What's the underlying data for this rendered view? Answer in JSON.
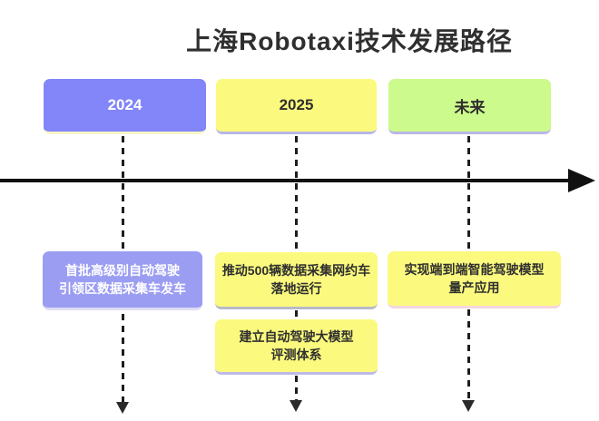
{
  "title": "上海Robotaxi技术发展路径",
  "colors": {
    "header_purple": "#8286F8",
    "header_yellow": "#FBFA7E",
    "header_green": "#CDFA8C",
    "content_purple": "#9B9DF2",
    "content_yellow": "#FBFA7E",
    "axis_black": "#111111",
    "dark_text": "#2F2F2F",
    "light_text": "#FFFFFF"
  },
  "timeline": {
    "columns": [
      {
        "label": "2024",
        "items": [
          {
            "lines": [
              "首批高级别自动驾驶",
              "引领区数据采集车发车"
            ]
          }
        ]
      },
      {
        "label": "2025",
        "items": [
          {
            "lines": [
              "推动500辆数据采集网约车",
              "落地运行"
            ]
          },
          {
            "lines": [
              "建立自动驾驶大模型",
              "评测体系"
            ]
          }
        ]
      },
      {
        "label": "未来",
        "items": [
          {
            "lines": [
              "实现端到端智能驾驶模型",
              "量产应用"
            ]
          }
        ]
      }
    ]
  }
}
